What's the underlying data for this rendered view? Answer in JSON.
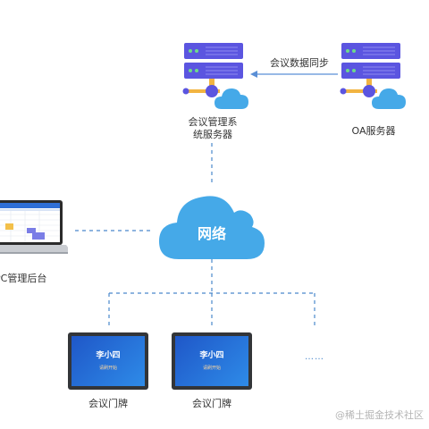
{
  "nodes": {
    "meeting_server": {
      "label_line1": "会议管理系",
      "label_line2": "统服务器"
    },
    "oa_server": {
      "label": "OA服务器"
    },
    "network": {
      "label": "网络"
    },
    "pc_admin": {
      "label": "PC管理后台"
    },
    "door_plate_1": {
      "label": "会议门牌",
      "screen_name": "李小四",
      "screen_sub": "请刷开始"
    },
    "door_plate_2": {
      "label": "会议门牌",
      "screen_name": "李小四",
      "screen_sub": "请刷开始"
    },
    "more": {
      "label": "……"
    }
  },
  "edges": {
    "sync": {
      "label": "会议数据同步"
    }
  },
  "watermark": {
    "text": "@稀土掘金技术社区"
  },
  "colors": {
    "server_body": "#5b55e0",
    "server_light": "#6ed98c",
    "rack_bar": "#f2b441",
    "cloud": "#45a9e8",
    "dashed_line": "#4a88cc",
    "sync_arrow": "#5a8fd6"
  }
}
